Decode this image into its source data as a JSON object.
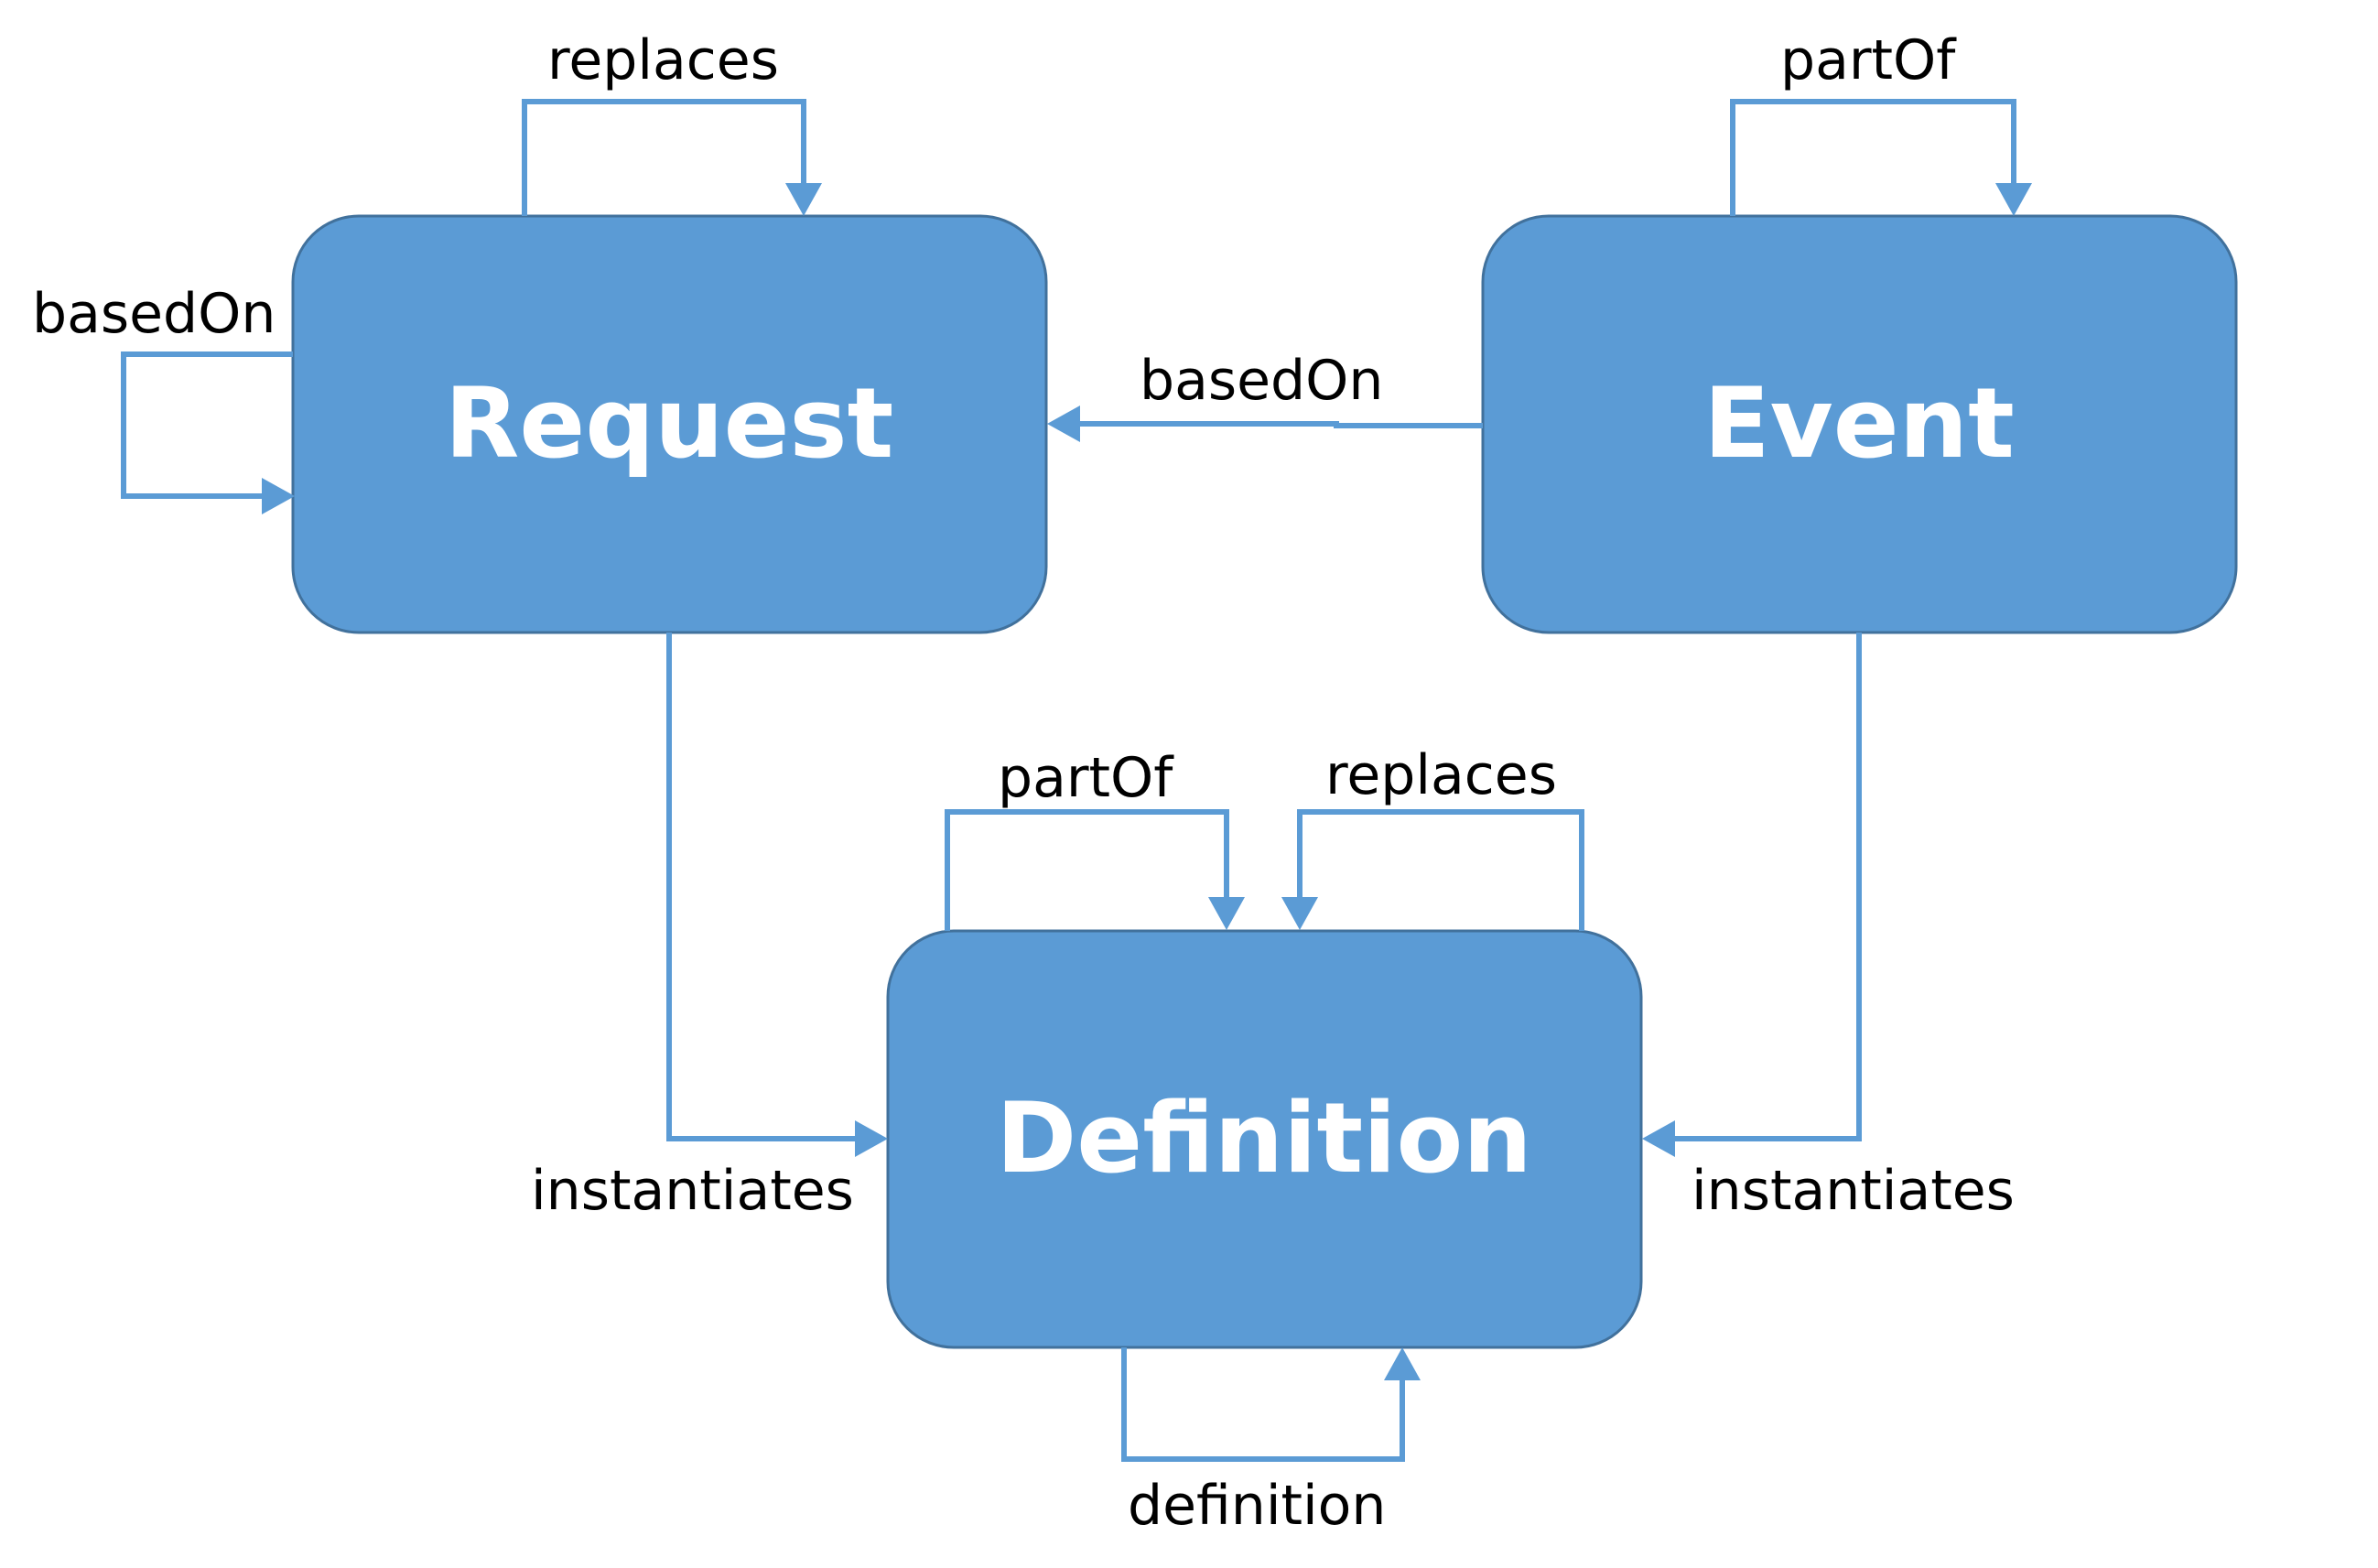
{
  "colors": {
    "node_fill": "#5B9BD5",
    "node_stroke": "#41719C",
    "edge": "#5B9BD5"
  },
  "nodes": {
    "request": "Request",
    "event": "Event",
    "definition": "Definition"
  },
  "edges": {
    "request_replaces": "replaces",
    "request_based_on": "basedOn",
    "event_part_of": "partOf",
    "event_based_on_request": "basedOn",
    "definition_part_of": "partOf",
    "definition_replaces": "replaces",
    "request_instantiates": "instantiates",
    "event_instantiates": "instantiates",
    "definition_definition": "definition"
  }
}
